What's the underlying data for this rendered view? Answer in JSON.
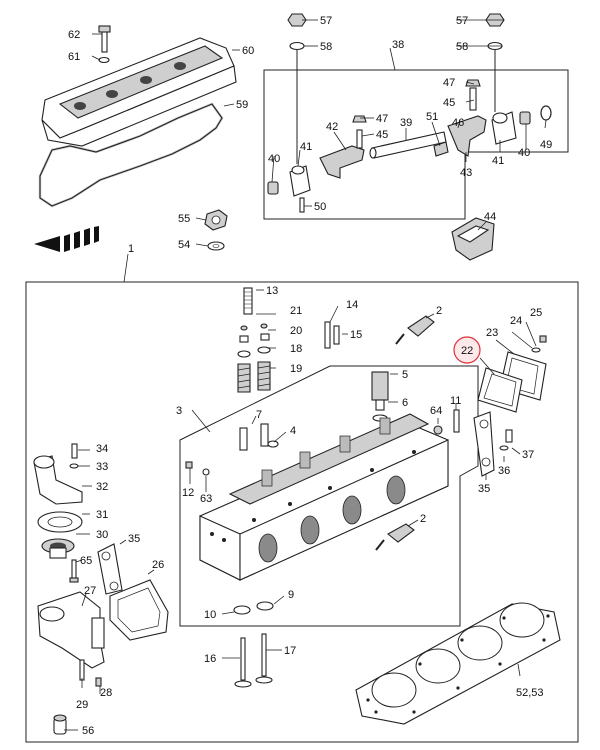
{
  "highlight_color": "#e0303a",
  "callouts": [
    {
      "id": "c57a",
      "text": "57"
    },
    {
      "id": "c58a",
      "text": "58"
    },
    {
      "id": "c57b",
      "text": "57"
    },
    {
      "id": "c58b",
      "text": "58"
    },
    {
      "id": "c38",
      "text": "38"
    },
    {
      "id": "c62",
      "text": "62"
    },
    {
      "id": "c61",
      "text": "61"
    },
    {
      "id": "c60",
      "text": "60"
    },
    {
      "id": "c59",
      "text": "59"
    },
    {
      "id": "c47a",
      "text": "47"
    },
    {
      "id": "c45a",
      "text": "45"
    },
    {
      "id": "c47b",
      "text": "47"
    },
    {
      "id": "c45b",
      "text": "45"
    },
    {
      "id": "c42",
      "text": "42"
    },
    {
      "id": "c39",
      "text": "39"
    },
    {
      "id": "c51",
      "text": "51"
    },
    {
      "id": "c46",
      "text": "46"
    },
    {
      "id": "c49",
      "text": "49"
    },
    {
      "id": "c40a",
      "text": "40"
    },
    {
      "id": "c41a",
      "text": "41"
    },
    {
      "id": "c43",
      "text": "43"
    },
    {
      "id": "c41b",
      "text": "41"
    },
    {
      "id": "c40b",
      "text": "40"
    },
    {
      "id": "c50",
      "text": "50"
    },
    {
      "id": "c44",
      "text": "44"
    },
    {
      "id": "c55",
      "text": "55"
    },
    {
      "id": "c54",
      "text": "54"
    },
    {
      "id": "c1",
      "text": "1"
    },
    {
      "id": "c13",
      "text": "13"
    },
    {
      "id": "c21",
      "text": "21"
    },
    {
      "id": "c14",
      "text": "14"
    },
    {
      "id": "c2a",
      "text": "2"
    },
    {
      "id": "c15",
      "text": "15"
    },
    {
      "id": "c20",
      "text": "20"
    },
    {
      "id": "c18",
      "text": "18"
    },
    {
      "id": "c19",
      "text": "19"
    },
    {
      "id": "c25",
      "text": "25"
    },
    {
      "id": "c24",
      "text": "24"
    },
    {
      "id": "c23",
      "text": "23"
    },
    {
      "id": "c22",
      "text": "22"
    },
    {
      "id": "c5",
      "text": "5"
    },
    {
      "id": "c6",
      "text": "6"
    },
    {
      "id": "c3",
      "text": "3"
    },
    {
      "id": "c7",
      "text": "7"
    },
    {
      "id": "c4",
      "text": "4"
    },
    {
      "id": "c64",
      "text": "64"
    },
    {
      "id": "c11",
      "text": "11"
    },
    {
      "id": "c37",
      "text": "37"
    },
    {
      "id": "c36",
      "text": "36"
    },
    {
      "id": "c35a",
      "text": "35"
    },
    {
      "id": "c34",
      "text": "34"
    },
    {
      "id": "c33",
      "text": "33"
    },
    {
      "id": "c32",
      "text": "32"
    },
    {
      "id": "c12",
      "text": "12"
    },
    {
      "id": "c63",
      "text": "63"
    },
    {
      "id": "c31",
      "text": "31"
    },
    {
      "id": "c30",
      "text": "30"
    },
    {
      "id": "c35b",
      "text": "35"
    },
    {
      "id": "c65",
      "text": "65"
    },
    {
      "id": "c26",
      "text": "26"
    },
    {
      "id": "c2b",
      "text": "2"
    },
    {
      "id": "c27",
      "text": "27"
    },
    {
      "id": "c10",
      "text": "10"
    },
    {
      "id": "c9",
      "text": "9"
    },
    {
      "id": "c16",
      "text": "16"
    },
    {
      "id": "c17",
      "text": "17"
    },
    {
      "id": "c29",
      "text": "29"
    },
    {
      "id": "c28",
      "text": "28"
    },
    {
      "id": "c56",
      "text": "56"
    },
    {
      "id": "c5253",
      "text": "52,53"
    }
  ]
}
